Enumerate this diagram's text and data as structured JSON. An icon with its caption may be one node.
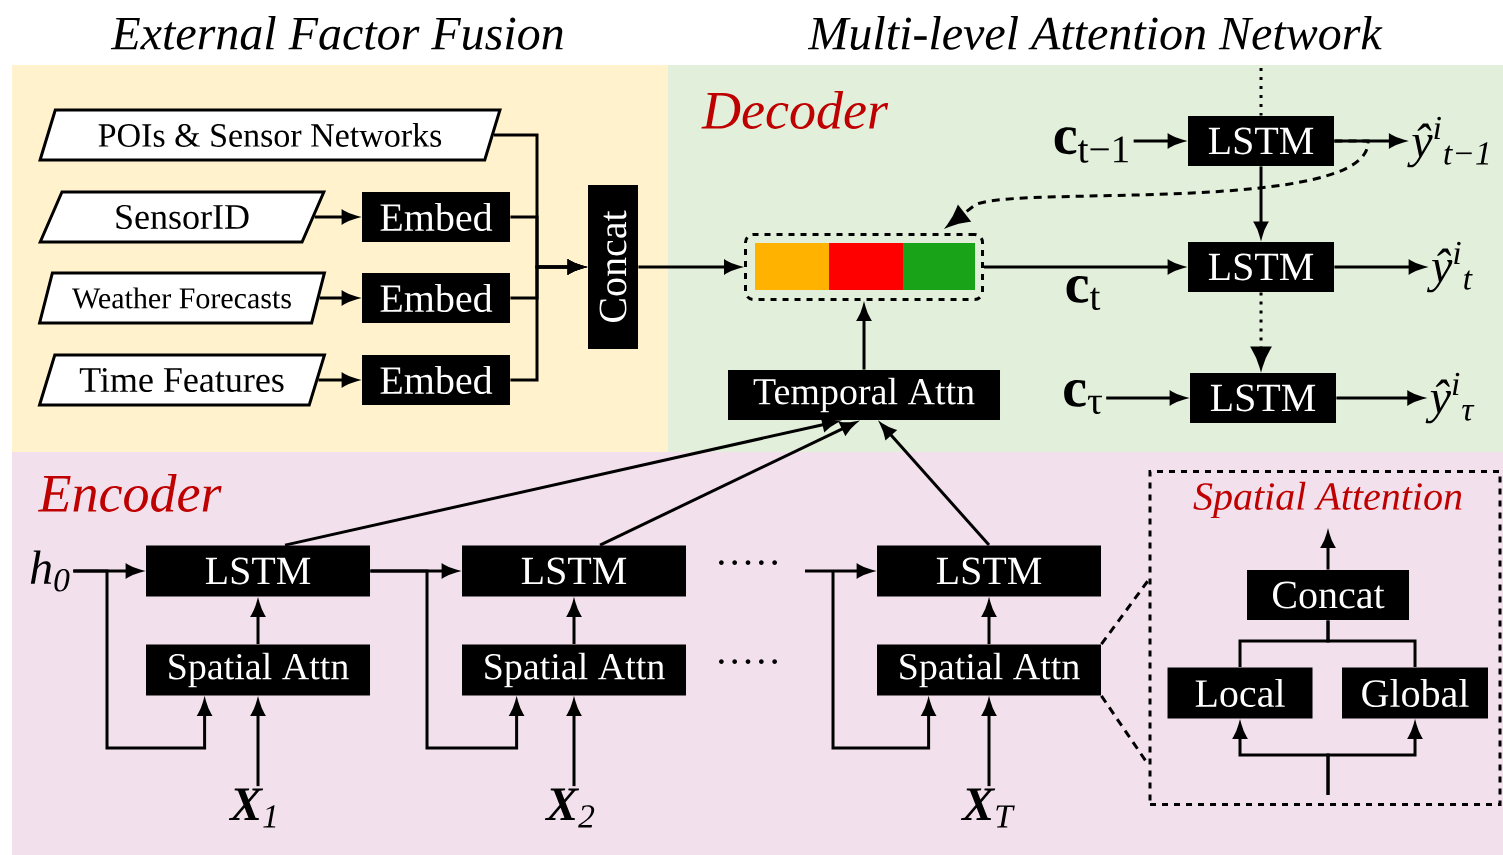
{
  "diagram": {
    "nodes": [
      {
        "text": [
          "External Factor Fusion"
        ]
      },
      {
        "text": [
          "Multi-level Attention Network",
          "Decoder"
        ]
      },
      {
        "text": [
          "Encoder"
        ]
      },
      {
        "text": [
          "POIs & Sensor Networks"
        ],
        "in": 0
      },
      {
        "text": [
          "SensorID"
        ],
        "in": 0
      },
      {
        "text": [
          "Embed"
        ],
        "in": 0
      },
      {
        "text": [
          "Weather Forecasts"
        ],
        "in": 0
      },
      {
        "text": [
          "Embed"
        ],
        "in": 0
      },
      {
        "text": [
          "Time Features"
        ],
        "in": 0
      },
      {
        "text": [
          "Embed"
        ],
        "in": 0
      },
      {
        "text": [
          "Concat"
        ],
        "in": 0
      },
      {
        "text": [],
        "shape": "box",
        "in": 1
      },
      {
        "text": [
          "**c**$_{t−1}$"
        ],
        "in": 1
      },
      {
        "text": [
          "LSTM"
        ],
        "in": 1
      },
      {
        "text": [
          "ŷ$^{i}$$_{t−1}$"
        ],
        "in": 1
      },
      {
        "text": [
          "LSTM"
        ],
        "in": 1
      },
      {
        "text": [
          "ŷ$^{i}$$_{t}$"
        ],
        "in": 1
      },
      {
        "text": [
          "**c**$_{τ}$"
        ],
        "in": 1
      },
      {
        "text": [
          "LSTM"
        ],
        "in": 1
      },
      {
        "text": [
          "ŷ$^{i}$$_{τ}$"
        ],
        "in": 1
      },
      {
        "text": [
          "Temporal Attn"
        ],
        "in": 1
      },
      {
        "text": [
          "h$_{0}$"
        ],
        "in": 2
      },
      {
        "text": [
          "LSTM"
        ],
        "in": 2
      },
      {
        "text": [
          "Spatial Attn"
        ],
        "in": 2
      },
      {
        "text": [
          "**X**$_{1}$"
        ],
        "in": 2
      },
      {
        "text": [
          "LSTM"
        ],
        "in": 2
      },
      {
        "text": [
          "Spatial Attn"
        ],
        "in": 2
      },
      {
        "text": [
          "**X**$_{2}$"
        ],
        "in": 2
      },
      {
        "text": [
          "LSTM"
        ],
        "in": 2
      },
      {
        "text": [
          "Spatial Attn"
        ],
        "in": 2
      },
      {
        "text": [
          "**X**$_{T}$"
        ],
        "in": 2
      },
      {
        "text": [
          "Spatial Attention"
        ],
        "in": 2
      },
      {
        "text": [
          "Concat"
        ],
        "in": 31
      },
      {
        "text": [
          "Local"
        ],
        "in": 31
      },
      {
        "text": [
          "Global"
        ],
        "in": 31
      }
    ],
    "edges": [
      {
        "from": 3,
        "to": 10,
        "arrow": "to"
      },
      {
        "from": 5,
        "to": 10,
        "arrow": "to"
      },
      {
        "from": 7,
        "to": 10,
        "arrow": "to"
      },
      {
        "from": 9,
        "to": 10,
        "arrow": "to"
      },
      {
        "from": 4,
        "to": 5,
        "arrow": "to"
      },
      {
        "from": 6,
        "to": 7,
        "arrow": "to"
      },
      {
        "from": 8,
        "to": 9,
        "arrow": "to"
      },
      {
        "from": 10,
        "to": 11,
        "arrow": "to"
      },
      {
        "from": 20,
        "to": 11,
        "arrow": "to"
      },
      {
        "from": 11,
        "to": 15,
        "arrow": "to",
        "label": "**c**$_{t}$"
      },
      {
        "from": 12,
        "to": 13,
        "arrow": "to"
      },
      {
        "from": 13,
        "to": 14,
        "arrow": "to"
      },
      {
        "from": 13,
        "to": 15,
        "arrow": "to"
      },
      {
        "from": 13,
        "to": 11,
        "arrow": "to",
        "style": "dashed"
      },
      {
        "from": 15,
        "to": 16,
        "arrow": "to"
      },
      {
        "from": 15,
        "to": 18,
        "arrow": "to",
        "style": "dashed"
      },
      {
        "from": 17,
        "to": 18,
        "arrow": "to"
      },
      {
        "from": 18,
        "to": 19,
        "arrow": "to"
      },
      {
        "from": null,
        "to": 13,
        "arrow": "none",
        "style": "dashed"
      },
      {
        "from": 21,
        "to": 22,
        "arrow": "to"
      },
      {
        "from": 21,
        "to": 23,
        "arrow": "to"
      },
      {
        "from": 24,
        "to": 23,
        "arrow": "to"
      },
      {
        "from": 23,
        "to": 22,
        "arrow": "to"
      },
      {
        "from": 22,
        "to": 25,
        "arrow": "to"
      },
      {
        "from": 22,
        "to": 26,
        "arrow": "to"
      },
      {
        "from": 27,
        "to": 26,
        "arrow": "to"
      },
      {
        "from": 26,
        "to": 25,
        "arrow": "to"
      },
      {
        "from": null,
        "to": 28,
        "arrow": "to"
      },
      {
        "from": null,
        "to": 29,
        "arrow": "to"
      },
      {
        "from": 30,
        "to": 29,
        "arrow": "to"
      },
      {
        "from": 29,
        "to": 28,
        "arrow": "to"
      },
      {
        "from": 22,
        "to": 20,
        "arrow": "to"
      },
      {
        "from": 25,
        "to": 20,
        "arrow": "to"
      },
      {
        "from": 28,
        "to": 20,
        "arrow": "to"
      },
      {
        "from": 29,
        "to": 31,
        "arrow": "none",
        "style": "dashed"
      },
      {
        "from": 29,
        "to": 31,
        "arrow": "none",
        "style": "dashed"
      },
      {
        "from": null,
        "to": 33,
        "arrow": "to"
      },
      {
        "from": null,
        "to": 34,
        "arrow": "to"
      },
      {
        "from": 33,
        "to": 32,
        "arrow": "none"
      },
      {
        "from": 34,
        "to": 32,
        "arrow": "none"
      },
      {
        "from": 32,
        "to": null,
        "arrow": "to"
      }
    ],
    "labels": [
      "·····",
      "·····"
    ]
  }
}
